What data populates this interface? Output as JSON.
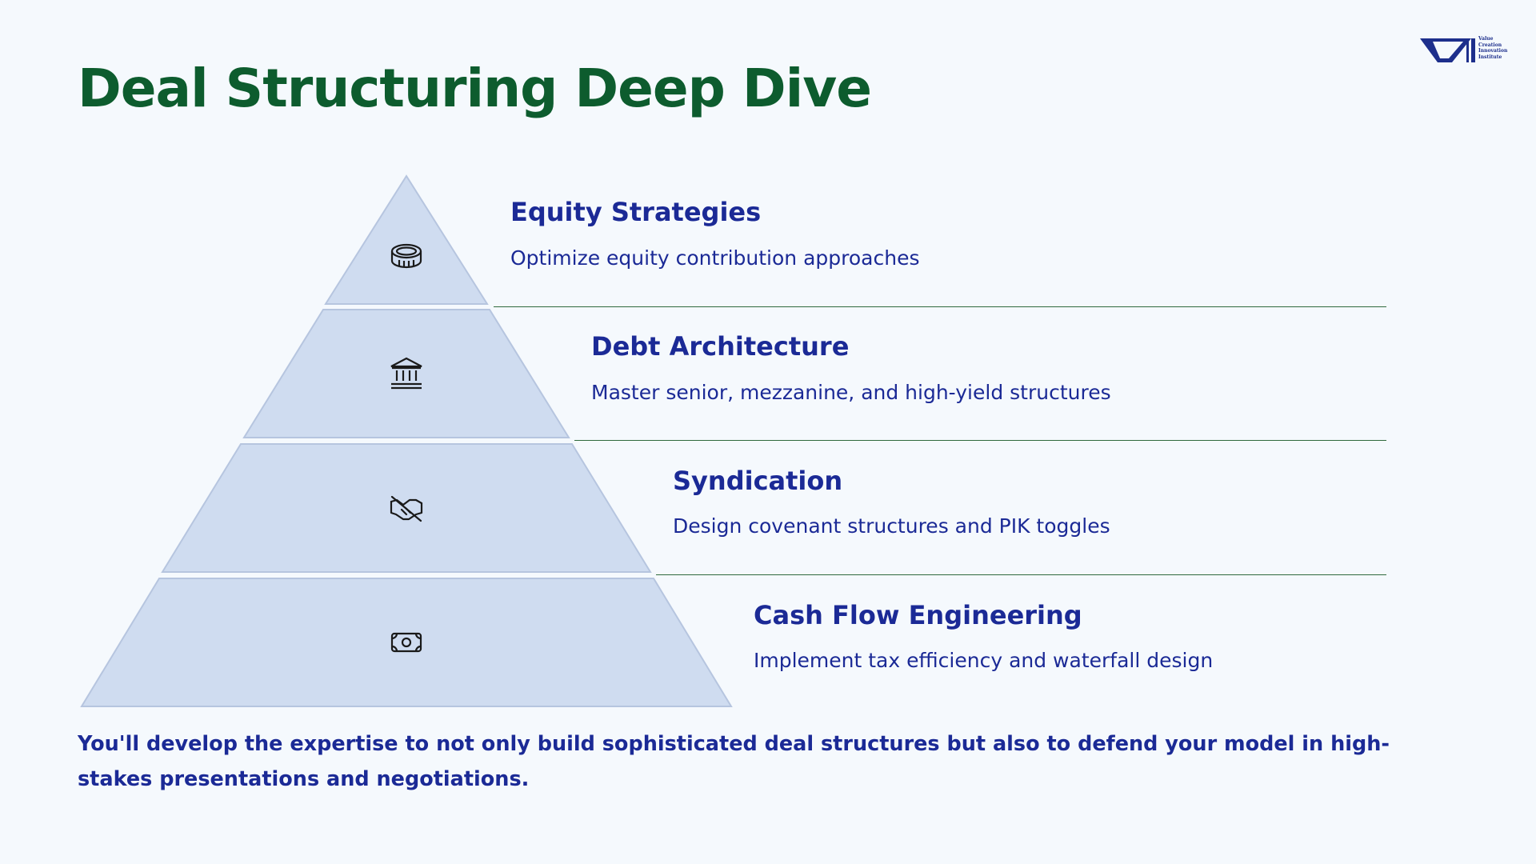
{
  "slide": {
    "title": "Deal Structuring Deep Dive",
    "logo": {
      "lines": [
        "Value",
        "Creation",
        "Innovation",
        "Institute"
      ],
      "icon": "vci-logo"
    },
    "footer": "You'll develop the expertise to not only build sophisticated deal structures but also to defend your model in high-stakes presentations and negotiations."
  },
  "colors": {
    "background": "#f5f9fd",
    "title": "#0d5c2e",
    "text": "#1b2a96",
    "tier_fill": "#cfdcf0",
    "tier_stroke": "#b6c5df",
    "divider": "#2f6a3d"
  },
  "tiers": [
    {
      "title": "Equity Strategies",
      "description": "Optimize equity contribution approaches",
      "icon": "coins-icon"
    },
    {
      "title": "Debt Architecture",
      "description": "Master senior, mezzanine, and high-yield structures",
      "icon": "bank-icon"
    },
    {
      "title": "Syndication",
      "description": "Design covenant structures and PIK toggles",
      "icon": "no-handshake-icon"
    },
    {
      "title": "Cash Flow Engineering",
      "description": "Implement tax efficiency and waterfall design",
      "icon": "cash-icon"
    }
  ]
}
